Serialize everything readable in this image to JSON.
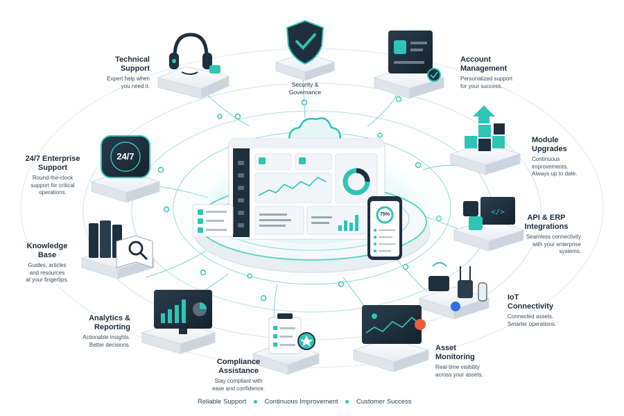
{
  "colors": {
    "accent": "#2ec4b6",
    "dark": "#1e2f3d",
    "platform": "#eef2f6"
  },
  "features": [
    {
      "id": "technical-support",
      "icon": "headset-icon",
      "title_lines": [
        "Technical",
        "Support"
      ],
      "desc_lines": [
        "Expert help when",
        "you need it."
      ]
    },
    {
      "id": "security-governance",
      "icon": "shield-check-icon",
      "title_lines": [
        "Security &",
        "Governance"
      ],
      "desc_lines": []
    },
    {
      "id": "account-management",
      "icon": "account-card-icon",
      "title_lines": [
        "Account",
        "Management"
      ],
      "desc_lines": [
        "Personalized support",
        "for your success."
      ]
    },
    {
      "id": "module-upgrades",
      "icon": "cubes-upgrade-icon",
      "title_lines": [
        "Module",
        "Upgrades"
      ],
      "desc_lines": [
        "Continuous",
        "improvements.",
        "Always up to date."
      ]
    },
    {
      "id": "api-erp",
      "icon": "api-puzzle-icon",
      "title_lines": [
        "API & ERP",
        "Integrations"
      ],
      "desc_lines": [
        "Seamless connectivity",
        "with your enterprise",
        "systems."
      ]
    },
    {
      "id": "iot",
      "icon": "iot-devices-icon",
      "title_lines": [
        "IoT",
        "Connectivity"
      ],
      "desc_lines": [
        "Connected assets.",
        "Smarter operations."
      ]
    },
    {
      "id": "asset-monitoring",
      "icon": "monitor-alert-icon",
      "title_lines": [
        "Asset",
        "Monitoring"
      ],
      "desc_lines": [
        "Real-time visibility",
        "across your assets."
      ]
    },
    {
      "id": "compliance",
      "icon": "clipboard-badge-icon",
      "title_lines": [
        "Compliance",
        "Assistance"
      ],
      "desc_lines": [
        "Stay compliant with",
        "ease and confidence."
      ]
    },
    {
      "id": "analytics",
      "icon": "analytics-monitor-icon",
      "title_lines": [
        "Analytics &",
        "Reporting"
      ],
      "desc_lines": [
        "Actionable insights.",
        "Better decisions."
      ]
    },
    {
      "id": "knowledge-base",
      "icon": "books-magnifier-icon",
      "title_lines": [
        "Knowledge",
        "Base"
      ],
      "desc_lines": [
        "Guides, articles",
        "and resources",
        "at your fingertips."
      ]
    },
    {
      "id": "enterprise-support",
      "icon": "clock-24-7-icon",
      "title_lines": [
        "24/7 Enterprise",
        "Support"
      ],
      "desc_lines": [
        "Round-the-clock",
        "support for critical",
        "operations."
      ]
    }
  ],
  "center": {
    "badge_text": "24/7",
    "phone_percent": "75%"
  },
  "footer": {
    "items": [
      "Reliable Support",
      "Continuous Improvement",
      "Customer Success"
    ]
  }
}
